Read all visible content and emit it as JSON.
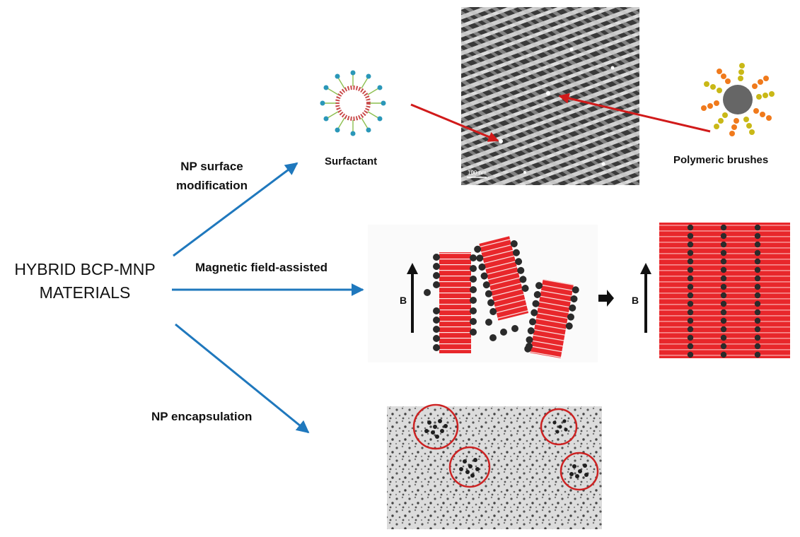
{
  "title": {
    "line1": "HYBRID BCP-MNP",
    "line2": "MATERIALS"
  },
  "routes": {
    "surface_line1": "NP surface",
    "surface_line2": "modification",
    "magnetic": "Magnetic field-assisted",
    "encapsulation": "NP encapsulation"
  },
  "labels": {
    "surfactant": "Surfactant",
    "brushes": "Polymeric brushes",
    "scale_bar": "100 nm",
    "field_left": "B",
    "field_right": "B"
  },
  "colors": {
    "arrow_blue": "#1f78bd",
    "arrow_red": "#d11a1a",
    "lamella_red": "#e8272b",
    "particle": "#2b2b2b",
    "surfactant_head": "#2a97b8",
    "brush_orange": "#f07a1c",
    "brush_olive": "#c9b817",
    "core_grey": "#666666"
  }
}
